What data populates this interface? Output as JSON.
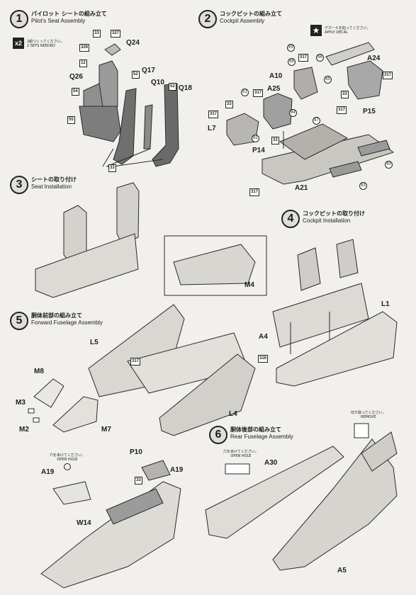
{
  "steps": [
    {
      "num": "1",
      "jp": "パイロット シートの組み立て",
      "en": "Pilot's Seat Assembly"
    },
    {
      "num": "2",
      "jp": "コックピットの組み立て",
      "en": "Cockpit Assembly"
    },
    {
      "num": "3",
      "jp": "シートの取り付け",
      "en": "Seat Installation"
    },
    {
      "num": "4",
      "jp": "コックピットの取り付け",
      "en": "Cockpit Installation"
    },
    {
      "num": "5",
      "jp": "胴体前部の組み立て",
      "en": "Forward Fuselage Assembly"
    },
    {
      "num": "6",
      "jp": "胴体後部の組み立て",
      "en": "Rear Fuselage Assembly"
    }
  ],
  "notes": {
    "x2_badge": "x2",
    "x2_jp": "2組つくってください。",
    "x2_en": "2 SETS NEEDED",
    "decal_jp": "デカールを貼ってください。",
    "decal_en": "APPLY DECAL",
    "hole_jp": "穴をあけてください。",
    "hole_en": "OPEN HOLE",
    "remove_jp": "切り取ってください。",
    "remove_en": "REMOVE"
  },
  "labels": {
    "q24": "Q24",
    "q26": "Q26",
    "q17": "Q17",
    "q10": "Q10",
    "q18": "Q18",
    "a24": "A24",
    "a10": "A10",
    "a25": "A25",
    "p15": "P15",
    "l7": "L7",
    "p14": "P14",
    "a21": "A21",
    "m4": "M4",
    "l1": "L1",
    "a4": "A4",
    "l5": "L5",
    "l4": "L4",
    "m8": "M8",
    "m3": "M3",
    "m2": "M2",
    "m7": "M7",
    "a19a": "A19",
    "a19b": "A19",
    "p10": "P10",
    "w14": "W14",
    "a30": "A30",
    "a5": "A5"
  },
  "decal_nums": {
    "d33": "33",
    "d327": "327",
    "d329": "329",
    "d12": "12",
    "d54": "54",
    "d55": "55",
    "d52a": "52",
    "d52b": "52",
    "d33b": "33",
    "d89": "89",
    "d88": "88",
    "d86": "86",
    "d317a": "317",
    "d85": "85",
    "d317b": "317",
    "d81": "81",
    "d317c": "317",
    "d33c": "33",
    "d33d": "33",
    "d84": "84",
    "d82": "82",
    "d87": "87",
    "d317d": "317",
    "d317e": "317",
    "d33e": "33",
    "d90": "90",
    "d83": "83",
    "d317f": "317",
    "d317g": "317",
    "d316": "316",
    "d33f": "33"
  }
}
